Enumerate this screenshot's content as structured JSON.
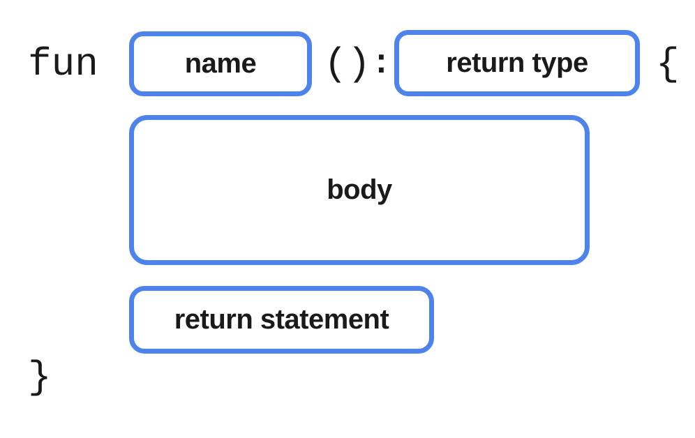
{
  "colors": {
    "background": "#ffffff",
    "box_border": "#4f83ec",
    "text": "#1a1a1a"
  },
  "code": {
    "fun_keyword": "fun",
    "parentheses": "()",
    "colon": ":",
    "open_brace": "{",
    "close_brace": "}"
  },
  "placeholders": {
    "name": "name",
    "return_type": "return type",
    "body": "body",
    "return_statement": "return statement"
  }
}
